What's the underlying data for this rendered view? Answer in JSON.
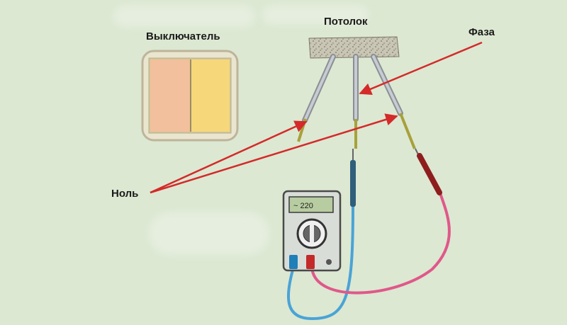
{
  "labels": {
    "switch": "Выключатель",
    "ceiling": "Потолок",
    "phase": "Фаза",
    "neutral": "Ноль"
  },
  "multimeter": {
    "display_reading": "~ 220"
  },
  "colors": {
    "background": "#dce8d2",
    "arrow": "#d42a2a",
    "blue_lead": "#4aa3d6",
    "red_lead": "#e0588a",
    "probe_blue": "#2f5f7a",
    "probe_red": "#8e1e1e",
    "switch_left": "#f2c09c",
    "switch_right": "#f6d77a"
  }
}
